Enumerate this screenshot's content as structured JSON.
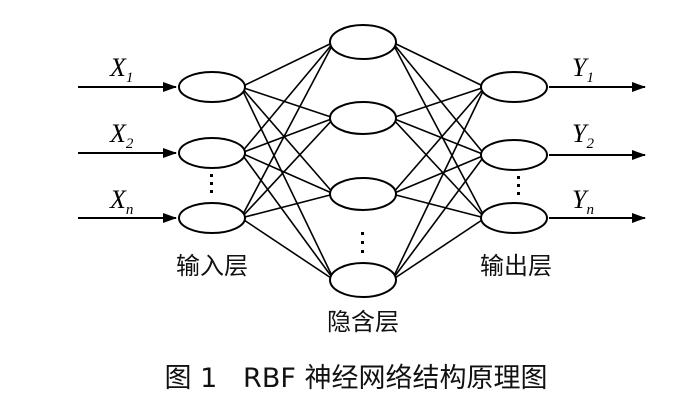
{
  "inputs": [
    {
      "var": "X",
      "sub": "1"
    },
    {
      "var": "X",
      "sub": "2"
    },
    {
      "var": "X",
      "sub": "n"
    }
  ],
  "outputs": [
    {
      "var": "Y",
      "sub": "1"
    },
    {
      "var": "Y",
      "sub": "2"
    },
    {
      "var": "Y",
      "sub": "n"
    }
  ],
  "layers": {
    "input": "输入层",
    "hidden": "隐含层",
    "output": "输出层"
  },
  "caption": "图 1   RBF 神经网络结构原理图"
}
